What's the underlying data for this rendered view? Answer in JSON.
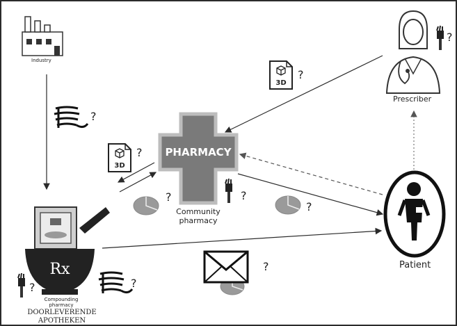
{
  "nodes": {
    "industry": {
      "label": "Industry"
    },
    "prescriber": {
      "label": "Prescriber"
    },
    "community_pharmacy": {
      "label_line1": "Community",
      "label_line2": "pharmacy",
      "sign_text": "PHARMACY"
    },
    "patient": {
      "label": "Patient"
    },
    "compounding_pharmacy": {
      "label_line1": "Compounding",
      "label_line2": "pharmacy",
      "caption_line1": "DOORLEVERENDE",
      "caption_line2": "APOTHEKEN",
      "rx": "Rx"
    }
  },
  "icons": {
    "file_3d_label": "3D",
    "question_mark": "?"
  },
  "colors": {
    "line": "#2b2b2b",
    "dashed_line": "#555555",
    "cross_fill": "#7a7a7a",
    "cross_border": "#bdbdbd",
    "pill": "#9a9a9a"
  }
}
